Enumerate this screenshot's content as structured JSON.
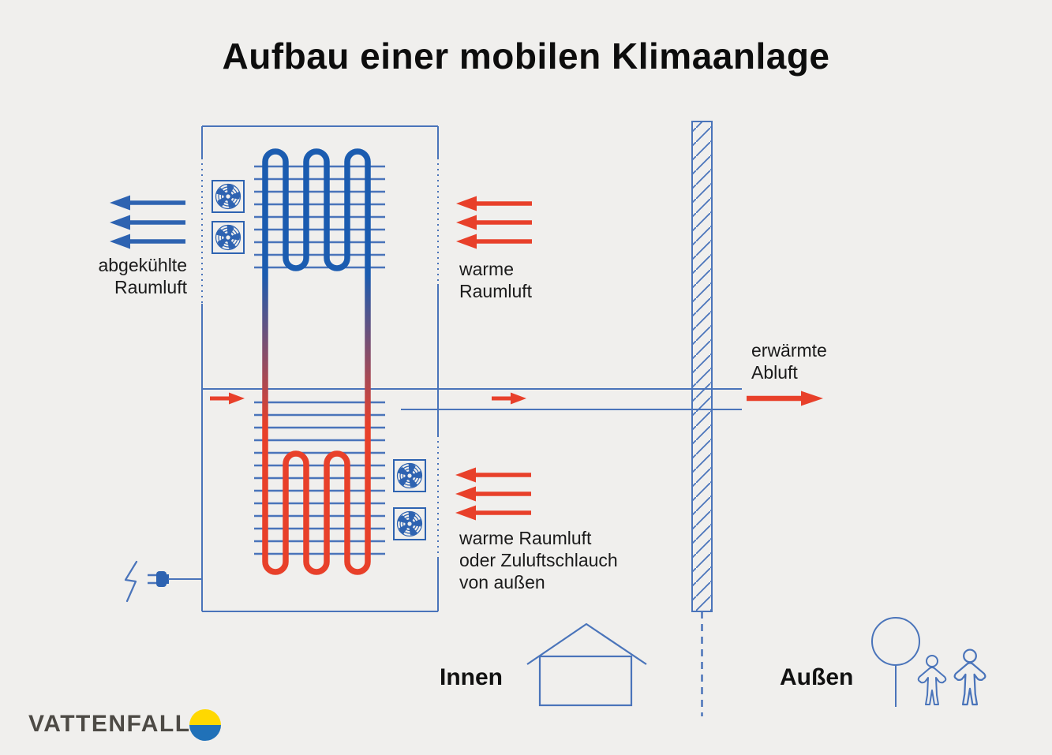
{
  "title": "Aufbau einer mobilen Klimaanlage",
  "labels": {
    "cooled_room_air": "abgekühlte\nRaumluft",
    "warm_room_air": "warme\nRaumluft",
    "heated_exhaust_air": "erwärmte\nAbluft",
    "warm_or_supply_air": "warme Raumluft\noder Zuluftschlauch\nvon außen",
    "inside": "Innen",
    "outside": "Außen"
  },
  "brand": {
    "name": "VATTENFALL"
  },
  "icons": {
    "fan": "fan-icon",
    "lightning": "lightning-icon",
    "plug": "power-plug-icon",
    "house": "house-icon",
    "tree": "tree-icon",
    "person": "person-icon",
    "wall": "wall-hatched"
  },
  "colors": {
    "bg": "#f0efed",
    "line_blue": "#4a74ba",
    "primary_blue": "#2e63b1",
    "coil_blue": "#1b5cb0",
    "accent_red": "#e8402a",
    "text_dark": "#1b1b1b",
    "brand_text": "#4d4a45",
    "brand_yellow": "#ffd800",
    "brand_blue": "#2071b8"
  }
}
